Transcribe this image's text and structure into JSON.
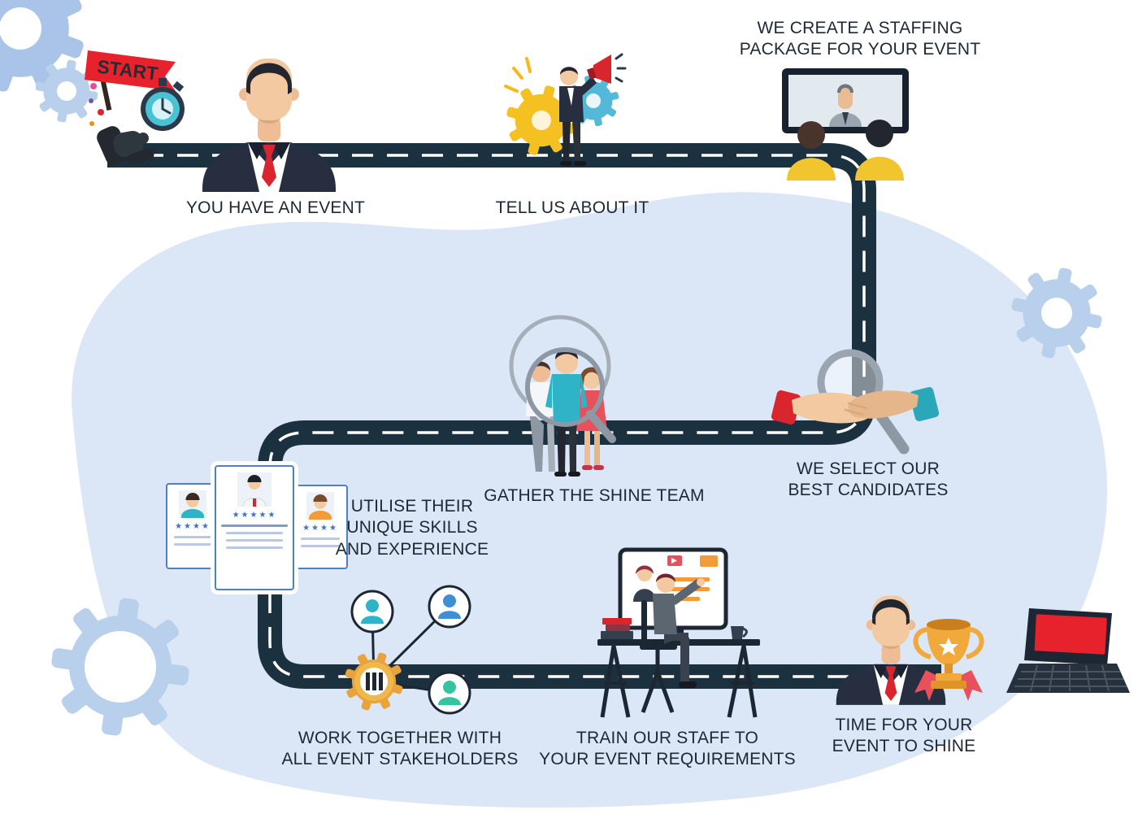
{
  "colors": {
    "background": "#ffffff",
    "blob": "#dbe7f7",
    "decorative_gear": "#b9d0ec",
    "road": "#1c3140",
    "road_dash": "#ffffff",
    "label_text": "#1e2833",
    "accent_red": "#e8222d",
    "accent_yellow": "#f5c021",
    "accent_teal": "#2fb3c7",
    "accent_blue": "#3f8fd6",
    "accent_gold": "#f2a93b",
    "suit": "#262e3f",
    "skin": "#f3c9a2"
  },
  "steps": {
    "start": {
      "label": "START"
    },
    "event": {
      "label": "YOU HAVE AN EVENT"
    },
    "tell": {
      "label": "TELL US ABOUT IT"
    },
    "package": {
      "lines": [
        "WE CREATE A STAFFING",
        "PACKAGE FOR YOUR EVENT"
      ]
    },
    "select": {
      "lines": [
        "WE SELECT OUR",
        "BEST CANDIDATES"
      ]
    },
    "gather": {
      "label": "GATHER THE SHINE TEAM"
    },
    "utilise": {
      "lines": [
        "UTILISE THEIR",
        "UNIQUE SKILLS",
        "AND EXPERIENCE"
      ],
      "cards": [
        {
          "stars": "★★★★"
        },
        {
          "stars": "★★★★★"
        },
        {
          "stars": "★★★★"
        }
      ]
    },
    "together": {
      "lines": [
        "WORK TOGETHER WITH",
        "ALL EVENT STAKEHOLDERS"
      ]
    },
    "train": {
      "lines": [
        "TRAIN OUR STAFF TO",
        "YOUR EVENT REQUIREMENTS"
      ]
    },
    "shine": {
      "lines": [
        "TIME FOR YOUR",
        "EVENT TO SHINE"
      ]
    }
  }
}
